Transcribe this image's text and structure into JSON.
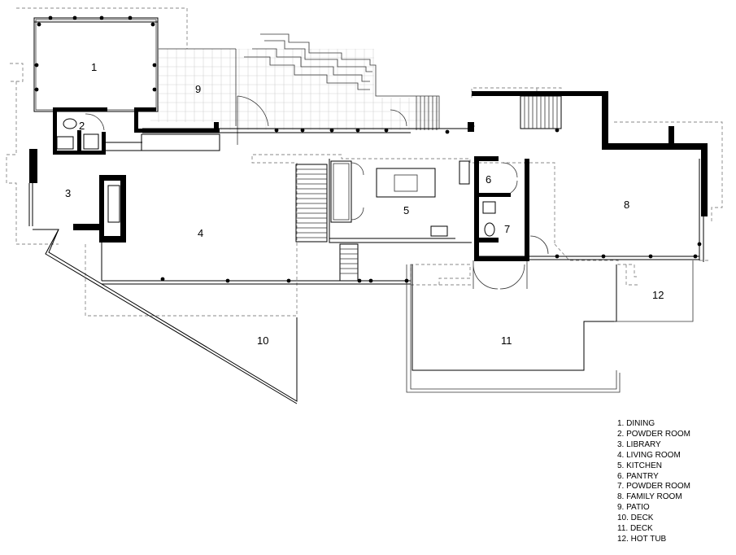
{
  "rooms": [
    {
      "num": "1",
      "name": "DINING"
    },
    {
      "num": "2",
      "name": "POWDER ROOM"
    },
    {
      "num": "3",
      "name": "LIBRARY"
    },
    {
      "num": "4",
      "name": "LIVING ROOM"
    },
    {
      "num": "5",
      "name": "KITCHEN"
    },
    {
      "num": "6",
      "name": "PANTRY"
    },
    {
      "num": "7",
      "name": "POWDER ROOM"
    },
    {
      "num": "8",
      "name": "FAMILY ROOM"
    },
    {
      "num": "9",
      "name": "PATIO"
    },
    {
      "num": "10",
      "name": "DECK"
    },
    {
      "num": "11",
      "name": "DECK"
    },
    {
      "num": "12",
      "name": "HOT TUB"
    }
  ],
  "legend": [
    "1. DINING",
    "2. POWDER ROOM",
    "3. LIBRARY",
    "4. LIVING ROOM",
    "5. KITCHEN",
    "6. PANTRY",
    "7. POWDER ROOM",
    "8. FAMILY ROOM",
    "9. PATIO",
    "10. DECK",
    "11. DECK",
    "12. HOT TUB"
  ]
}
